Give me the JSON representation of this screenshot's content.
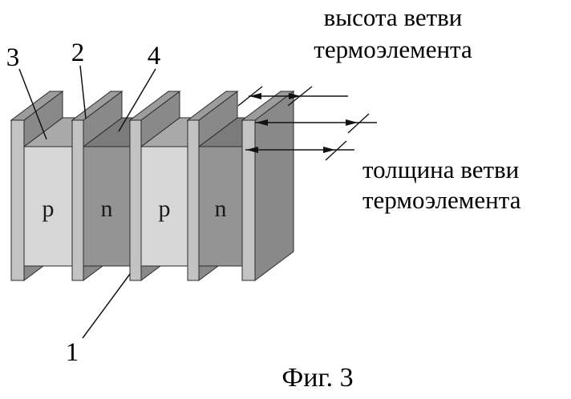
{
  "figure": {
    "caption": "Фиг. 3"
  },
  "dimension_labels": {
    "height_line1": "высота ветви",
    "height_line2": "термоэлемента",
    "thickness_line1": "толщина ветви",
    "thickness_line2": "термоэлемента"
  },
  "part_numbers": {
    "left_plate": "3",
    "second_plate": "2",
    "top_plate": "4",
    "middle_plate": "1"
  },
  "branches": [
    {
      "type": "p"
    },
    {
      "type": "n"
    },
    {
      "type": "p"
    },
    {
      "type": "n"
    }
  ],
  "colors": {
    "p_front": "#d7d7d7",
    "p_top": "#a9a9a9",
    "n_front": "#949494",
    "n_top": "#7b7b7b",
    "fin_front": "#c3c3c3",
    "fin_top": "#9c9c9c",
    "fin_side": "#898989"
  }
}
